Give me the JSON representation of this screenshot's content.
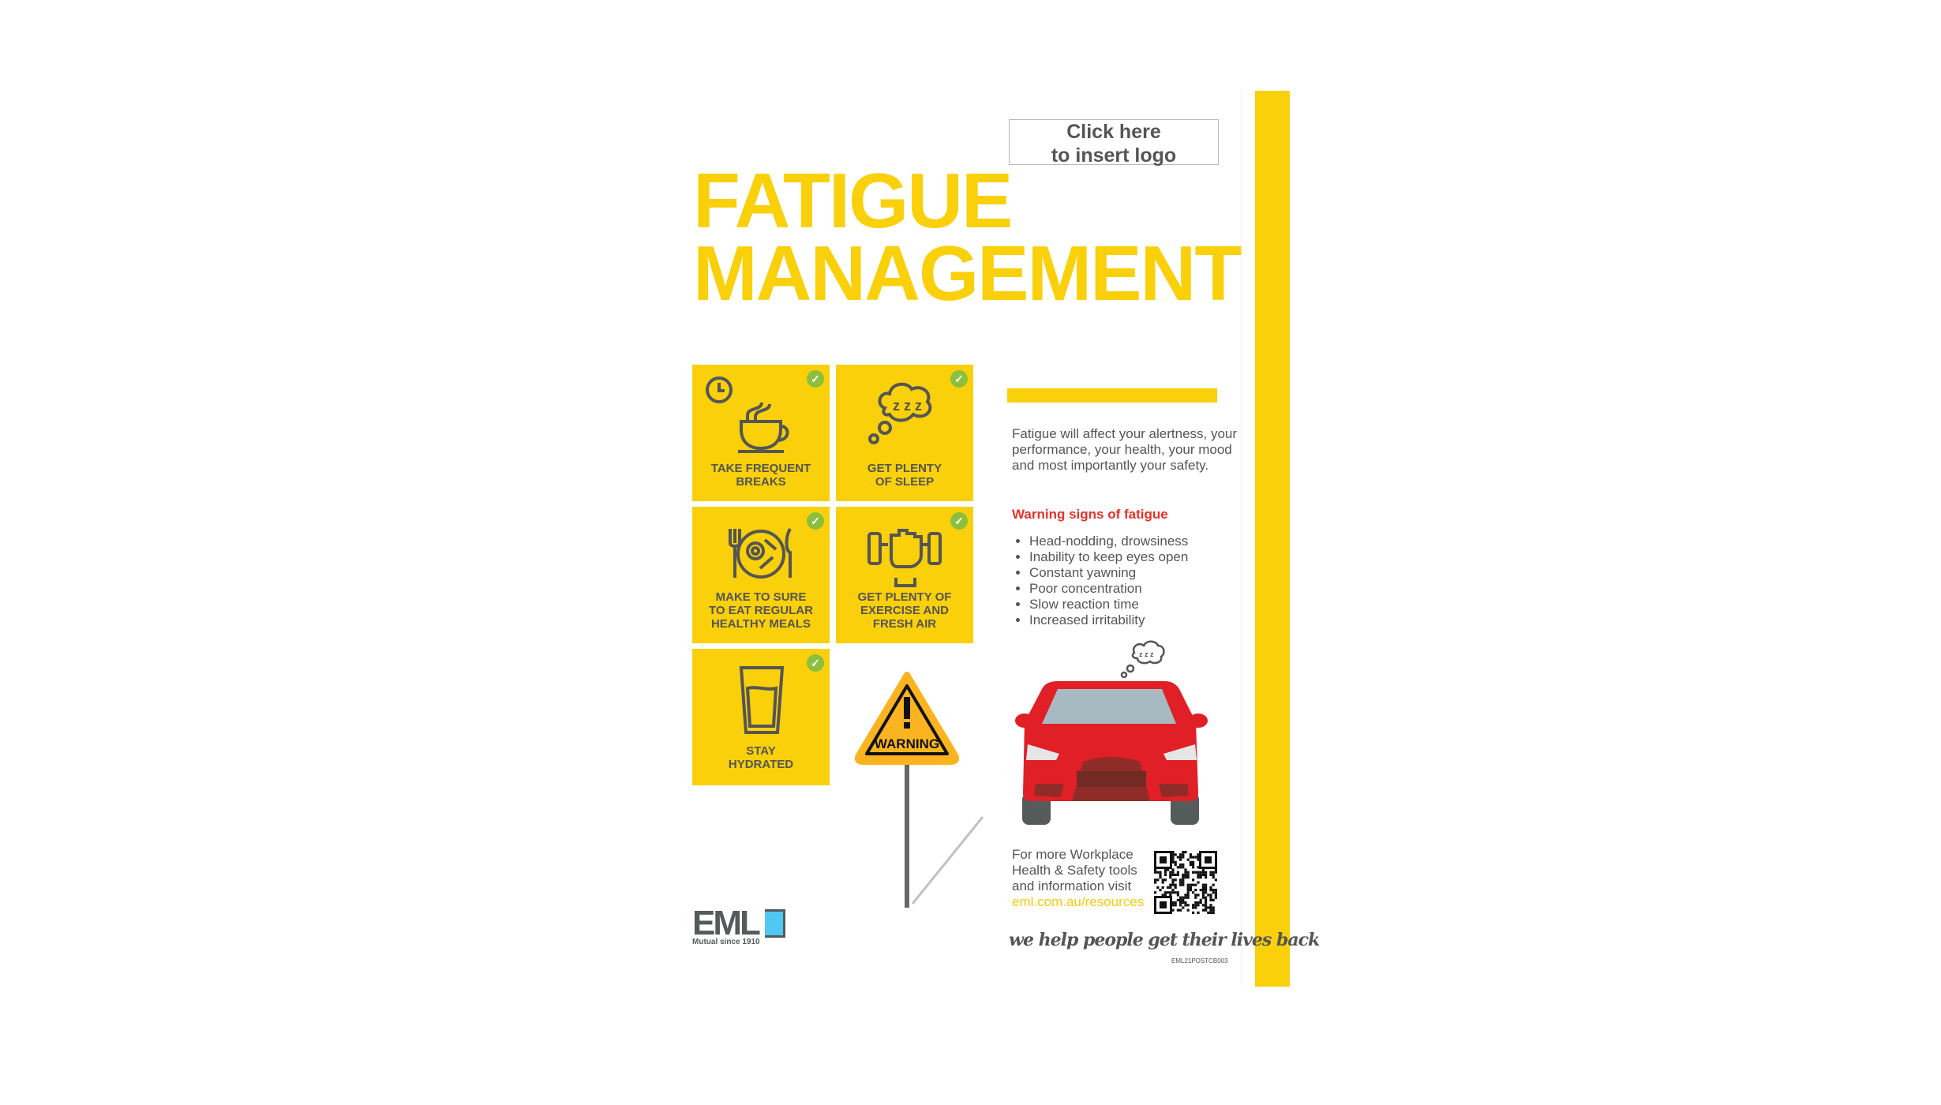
{
  "logo_placeholder": {
    "line1": "Click here",
    "line2": "to insert logo"
  },
  "title": {
    "line1": "FATIGUE",
    "line2": "MANAGEMENT"
  },
  "tiles": [
    {
      "label_1": "TAKE FREQUENT",
      "label_2": "BREAKS",
      "icon": "coffee-cup-clock-icon"
    },
    {
      "label_1": "GET PLENTY",
      "label_2": "OF SLEEP",
      "icon": "sleep-cloud-icon"
    },
    {
      "label_1": "MAKE TO SURE",
      "label_2": "TO EAT REGULAR",
      "label_3": "HEALTHY MEALS",
      "icon": "meal-plate-icon"
    },
    {
      "label_1": "GET PLENTY OF",
      "label_2": "EXERCISE AND",
      "label_3": "FRESH AIR",
      "icon": "dumbbell-fist-icon"
    },
    {
      "label_1": "STAY",
      "label_2": "HYDRATED",
      "icon": "water-glass-icon"
    }
  ],
  "warning_sign": {
    "text": "WARNING"
  },
  "intro": "Fatigue will affect your alertness, your performance, your health, your mood and most importantly your safety.",
  "warning_heading": "Warning signs of fatigue",
  "warning_signs": [
    "Head-nodding, drowsiness",
    "Inability to keep eyes open",
    "Constant yawning",
    "Poor concentration",
    "Slow reaction time",
    "Increased irritability"
  ],
  "footer": {
    "line1": "For more Workplace",
    "line2": "Health & Safety tools",
    "line3": "and information visit",
    "link": "eml.com.au/resources"
  },
  "tagline": "we help people get their lives back",
  "doc_code": "EML21POSTCB003",
  "brand": {
    "name": "EML",
    "subtitle": "Mutual since 1910"
  },
  "colors": {
    "yellow": "#f9d00a",
    "red": "#e4322b",
    "check_green": "#8cbf3f",
    "text_gray": "#555555"
  }
}
